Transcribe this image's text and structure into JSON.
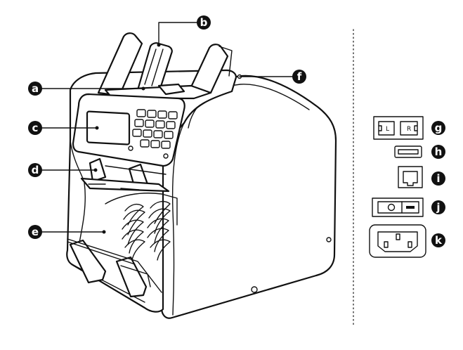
{
  "callouts": {
    "a": "a",
    "b": "b",
    "c": "c",
    "d": "d",
    "e": "e",
    "f": "f",
    "g": "g",
    "h": "h",
    "i": "i",
    "j": "j",
    "k": "k"
  },
  "ports": {
    "audio_left": "L",
    "audio_right": "R"
  },
  "colors": {
    "line": "#111111",
    "badge": "#111111",
    "badge_text": "#ffffff",
    "background": "#ffffff"
  }
}
